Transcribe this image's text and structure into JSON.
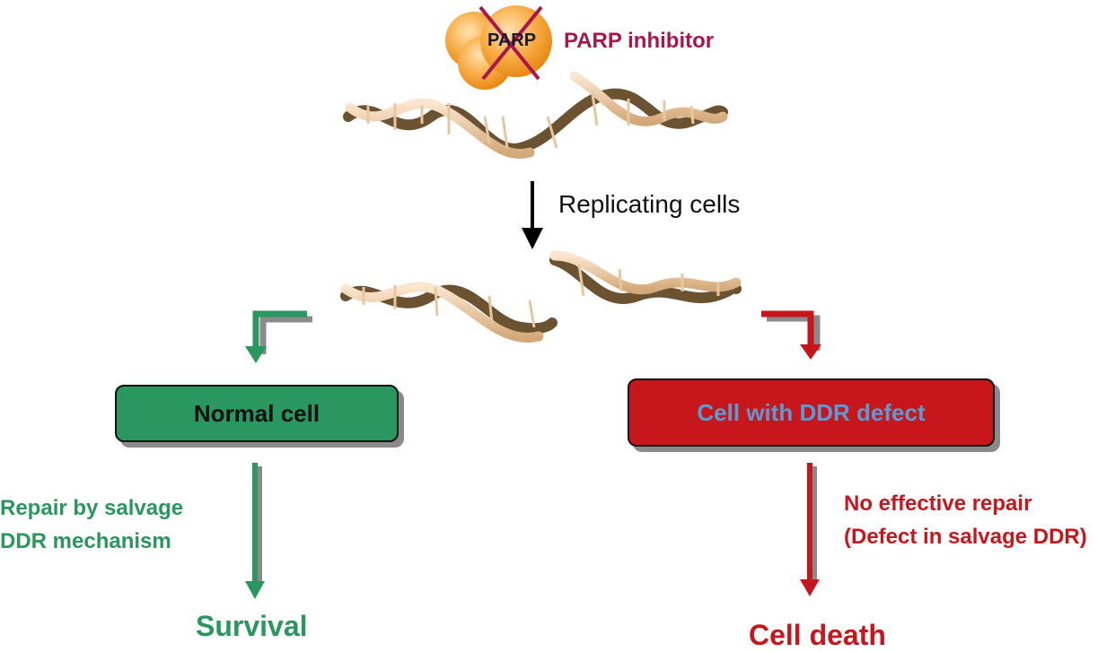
{
  "protein": {
    "label": "PARP",
    "inhibitor_label": "PARP inhibitor"
  },
  "step": {
    "label": "Replicating cells"
  },
  "normal_branch": {
    "box_label": "Normal cell",
    "process_label_line1": "Repair by salvage",
    "process_label_line2": "DDR mechanism",
    "outcome": "Survival"
  },
  "defect_branch": {
    "box_label": "Cell with DDR defect",
    "process_label_line1": "No effective repair",
    "process_label_line2": "(Defect in salvage DDR)",
    "outcome": "Cell death"
  },
  "colors": {
    "green": "#2a9660",
    "red": "#c8161d",
    "inhibitor_text": "#a8174a",
    "box_blue_text": "#5b9bd5",
    "dna_light": "#e8c7a0",
    "dna_dark": "#6b5332",
    "parp_orange": "#f5a030"
  }
}
